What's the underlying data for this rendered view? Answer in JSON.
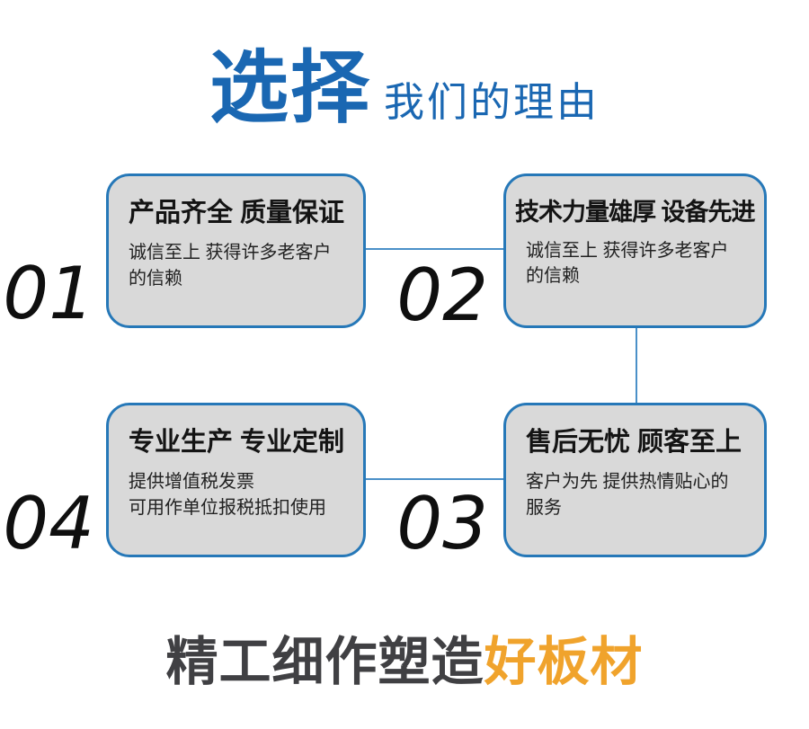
{
  "header": {
    "title_main": "选择",
    "title_sub": "我们的理由"
  },
  "cards": [
    {
      "number": "01",
      "title": "产品齐全 质量保证",
      "desc_lines": [
        "诚信至上 获得许多老客户",
        "的信赖"
      ]
    },
    {
      "number": "02",
      "title": "技术力量雄厚 设备先进",
      "desc_lines": [
        "诚信至上 获得许多老客户",
        "的信赖"
      ]
    },
    {
      "number": "03",
      "title": "售后无忧 顾客至上",
      "desc_lines": [
        "客户为先 提供热情贴心的",
        "服务"
      ]
    },
    {
      "number": "04",
      "title": "专业生产 专业定制",
      "desc_lines": [
        "提供增值税发票",
        "可用作单位报税抵扣使用"
      ]
    }
  ],
  "tagline": {
    "dark_part": "精工细作塑造",
    "accent_part": "好板材"
  },
  "colors": {
    "title_blue": "#1a67b2",
    "card_border_blue": "#2678b8",
    "connector_blue": "#4a90c8",
    "card_background_gray": "#d9d9d9",
    "tagline_dark": "#404043",
    "tagline_orange": "#f0a32c"
  }
}
